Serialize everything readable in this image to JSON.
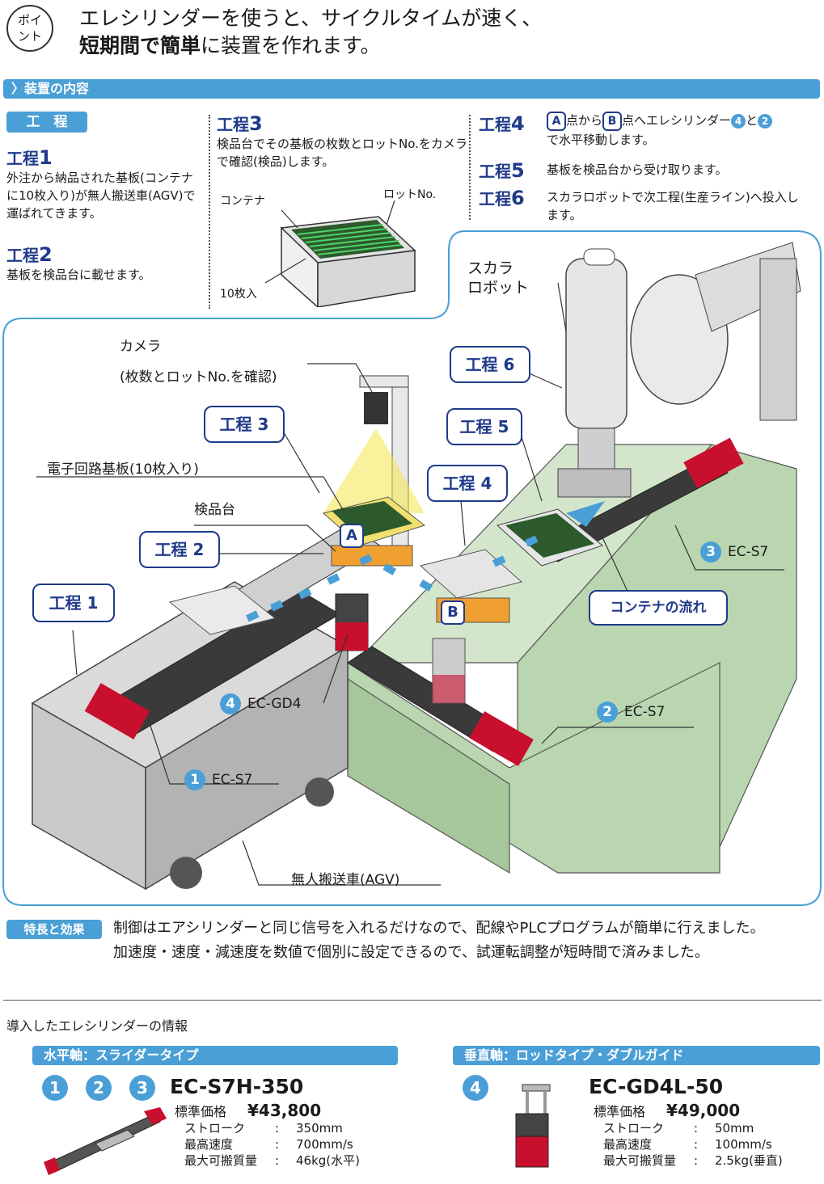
{
  "point_badge": "ポイ\nント",
  "headline": {
    "line1": "エレシリンダーを使うと、サイクルタイムが速く、",
    "line2_bold": "短期間で簡単",
    "line2_rest": "に装置を作れます。"
  },
  "section": "〉装置の内容",
  "process_pill": "工　程",
  "steps": {
    "s1": {
      "title": "工程",
      "num": "1",
      "text": "外注から納品された基板(コンテナに10枚入り)が無人搬送車(AGV)で運ばれてきます。"
    },
    "s2": {
      "title": "工程",
      "num": "2",
      "text": "基板を検品台に載せます。"
    },
    "s3": {
      "title": "工程",
      "num": "3",
      "text": "検品台でその基板の枚数とロットNo.をカメラで確認(検品)します。"
    },
    "s4": {
      "title": "工程",
      "num": "4",
      "a": "A",
      "b": "B",
      "t1": "点から",
      "t2": "点へエレシリンダー",
      "n4": "4",
      "t3": "と",
      "n2": "2",
      "t4": "で水平移動します。"
    },
    "s5": {
      "title": "工程",
      "num": "5",
      "text": "基板を検品台から受け取ります。"
    },
    "s6": {
      "title": "工程",
      "num": "6",
      "text": "スカラロボットで次工程(生産ライン)へ投入します。"
    }
  },
  "small_diagram": {
    "container": "コンテナ",
    "lot": "ロットNo.",
    "count": "10枚入"
  },
  "diagram": {
    "camera": "カメラ",
    "camera_sub": "(枚数とロットNo.を確認)",
    "pcb": "電子回路基板(10枚入り)",
    "inspect": "検品台",
    "scara": "スカラ\nロボット",
    "flow": "コンテナの流れ",
    "agv": "無人搬送車(AGV)",
    "callouts": [
      "工程 1",
      "工程 2",
      "工程 3",
      "工程 4",
      "工程 5",
      "工程 6"
    ],
    "point_a": "A",
    "point_b": "B",
    "ec": [
      {
        "num": "1",
        "name": "EC-S7"
      },
      {
        "num": "2",
        "name": "EC-S7"
      },
      {
        "num": "3",
        "name": "EC-S7"
      },
      {
        "num": "4",
        "name": "EC-GD4"
      }
    ]
  },
  "features_pill": "特長と効果",
  "features": [
    "制御はエアシリンダーと同じ信号を入れるだけなので、配線やPLCプログラムが簡単に行えました。",
    "加速度・速度・減速度を数値で個別に設定できるので、試運転調整が短時間で済みました。"
  ],
  "intro_title": "導入したエレシリンダーの情報",
  "products": [
    {
      "bar": "水平軸：スライダータイプ",
      "nums": [
        "1",
        "2",
        "3"
      ],
      "model": "EC-S7H-350",
      "price_label": "標準価格",
      "price": "¥43,800",
      "specs": [
        {
          "k": "ストローク",
          "v": "350mm"
        },
        {
          "k": "最高速度",
          "v": "700mm/s"
        },
        {
          "k": "最大可搬質量",
          "v": "46kg(水平)"
        }
      ]
    },
    {
      "bar": "垂直軸：ロッドタイプ・ダブルガイド",
      "nums": [
        "4"
      ],
      "model": "EC-GD4L-50",
      "price_label": "標準価格",
      "price": "¥49,000",
      "specs": [
        {
          "k": "ストローク",
          "v": "50mm"
        },
        {
          "k": "最高速度",
          "v": "100mm/s"
        },
        {
          "k": "最大可搬質量",
          "v": "2.5kg(垂直)"
        }
      ]
    }
  ],
  "colors": {
    "accent": "#4a9fd6",
    "navy": "#1f3a8a",
    "machine_green": "#b9d6b0",
    "agv_gray": "#c9c9c9",
    "actuator_red": "#c8102e",
    "highlight": "#f5e64a"
  }
}
